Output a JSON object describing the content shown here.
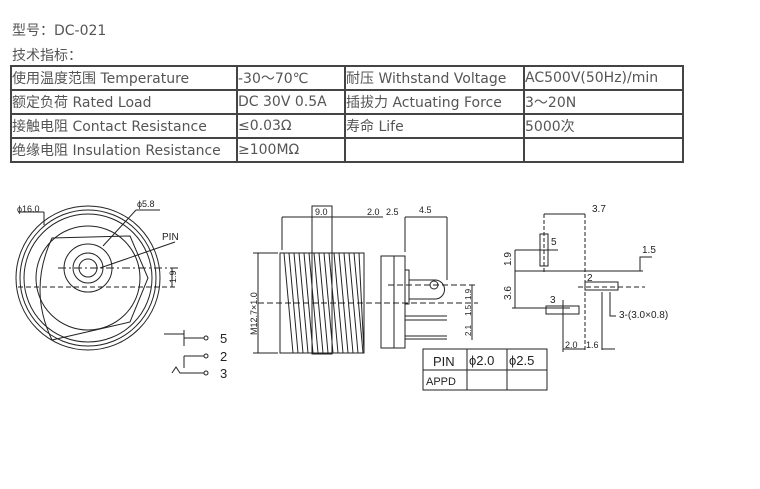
{
  "model_line": "型号：DC-021",
  "spec_heading": "技术指标：",
  "spec_table": [
    [
      "使用温度范围 Temperature",
      "-30～70℃",
      "耐压 Withstand Voltage",
      "AC500V(50Hz)/min"
    ],
    [
      "额定负荷 Rated Load",
      "DC 30V 0.5A",
      "插拔力 Actuating Force",
      "3～20N"
    ],
    [
      "接触电阻 Contact Resistance",
      "≤0.03Ω",
      "寿命 Life",
      "5000次"
    ],
    [
      "绝缘电阻 Insulation Resistance",
      "≥100MΩ",
      "",
      ""
    ]
  ],
  "drawing": {
    "front": {
      "outer_dia": "ϕ16.0",
      "inner_dia": "ϕ5.8",
      "pin": "PIN",
      "offset": "1.9",
      "pin5": "5",
      "pin2": "2",
      "pin3": "3"
    },
    "side": {
      "d1": "9.0",
      "d2": "2.0",
      "d3": "2.5",
      "d4": "4.5",
      "thread": "M12.7×1.0",
      "v1": "1.9",
      "v2": "1.5",
      "v3": "2.1"
    },
    "footprint": {
      "d37": "3.7",
      "d15": "1.5",
      "d19": "1.9",
      "d36": "3.6",
      "d20": "2.0",
      "d16": "1.6",
      "holes": "3-(3.0×0.8)",
      "p5": "5",
      "p2": "2",
      "p3": "3"
    },
    "pin_table": {
      "headers": [
        "PIN",
        "ϕ2.0",
        "ϕ2.5"
      ],
      "row_label": "APPD"
    }
  }
}
